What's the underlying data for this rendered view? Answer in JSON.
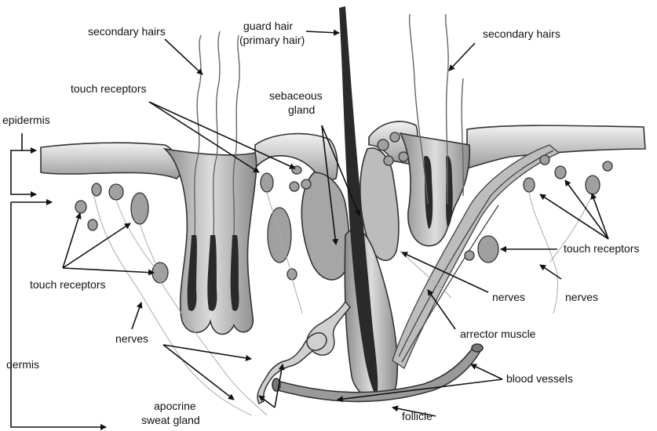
{
  "labels": {
    "secondary_hairs_left": "secondary hairs",
    "guard_hair_line1": "guard hair",
    "guard_hair_line2": "(primary hair)",
    "secondary_hairs_right": "secondary hairs",
    "touch_receptors_top": "touch receptors",
    "sebaceous_line1": "sebaceous",
    "sebaceous_line2": "gland",
    "epidermis": "epidermis",
    "touch_receptors_right": "touch receptors",
    "touch_receptors_left": "touch receptors",
    "nerves_center": "nerves",
    "nerves_right": "nerves",
    "arrector_muscle": "arrector muscle",
    "nerves_left": "nerves",
    "dermis": "dermis",
    "blood_vessels": "blood vessels",
    "apocrine_line1": "apocrine",
    "apocrine_line2": "sweat gland",
    "follicle": "follicle"
  },
  "colors": {
    "tissue_light": "#d6d6d6",
    "tissue_mid": "#a8a8a8",
    "tissue_dark": "#2a2a2a",
    "line": "#111111"
  }
}
